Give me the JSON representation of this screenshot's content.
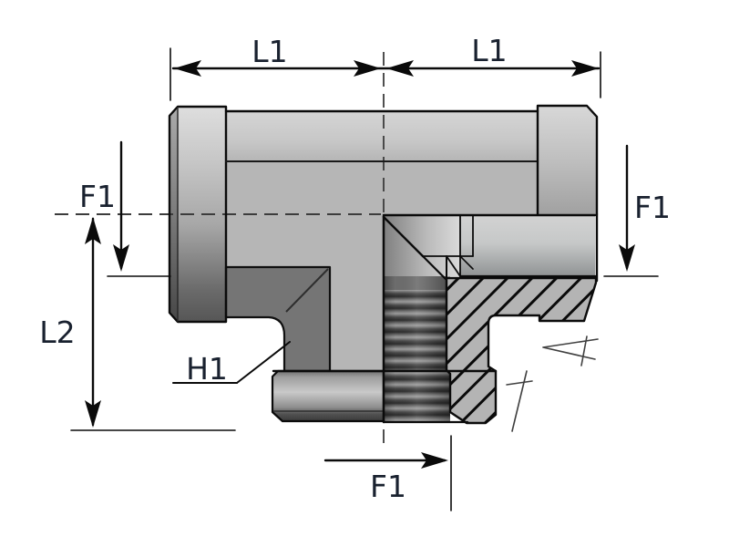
{
  "drawing": {
    "kind": "cross-section technical drawing of a tee pipe fitting"
  },
  "labels": {
    "dim_l1_left": "L1",
    "dim_l1_right": "L1",
    "dim_f1_left": "F1",
    "dim_f1_right": "F1",
    "dim_f1_bottom": "F1",
    "dim_l2": "L2",
    "dim_h1": "H1"
  },
  "colors": {
    "background": "#ffffff",
    "label_text": "#19212f",
    "outline": "#0b0b0b",
    "centerline": "#3c3c3c",
    "body_gray": "#b6b6b6",
    "shadow_gray": "#757575",
    "hatch_fill": "#b4b4b4",
    "symbol_stroke": "#3f3f3f"
  }
}
